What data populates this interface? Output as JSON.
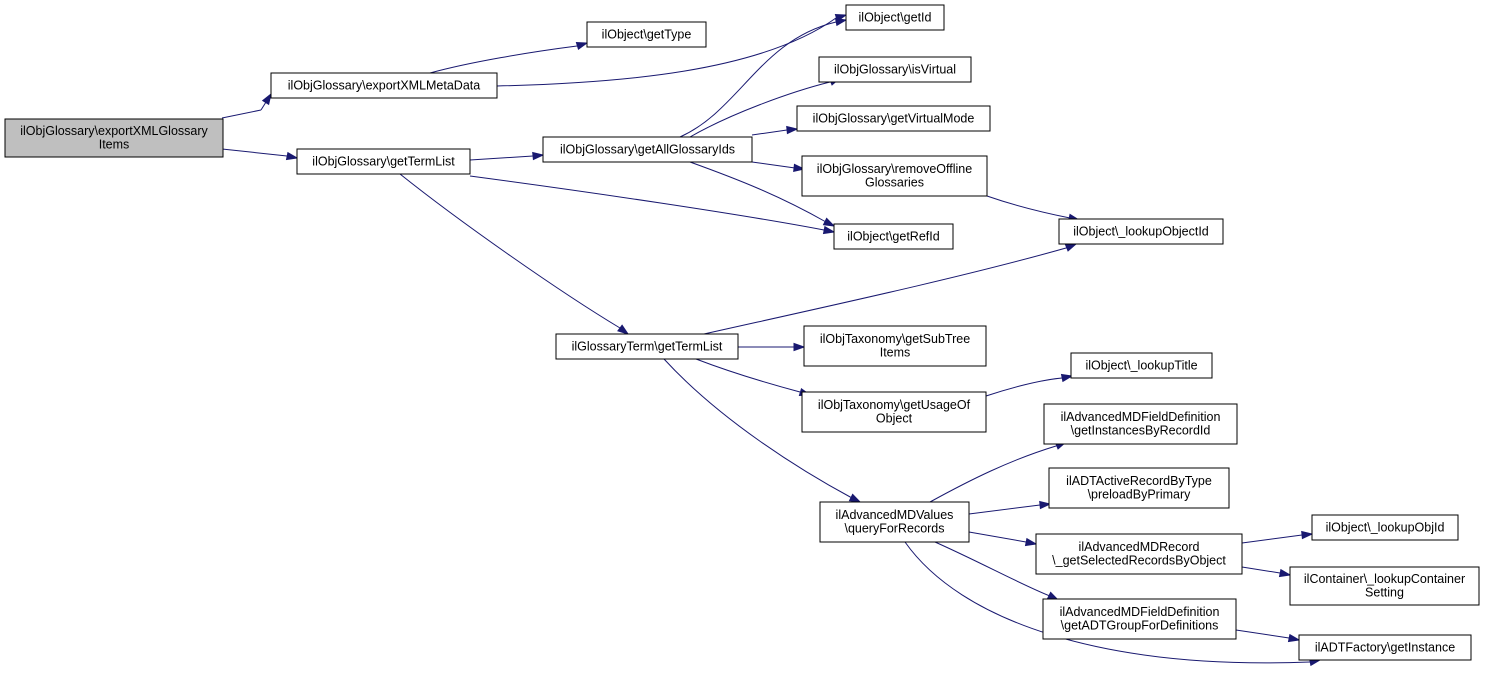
{
  "colors": {
    "node_fill": "#ffffff",
    "root_fill": "#bfbfbf",
    "node_border": "#000000",
    "edge": "#191970"
  },
  "nodes": {
    "root": [
      "ilObjGlossary\\exportXMLGlossary",
      "Items"
    ],
    "exportXMLMetaData": [
      "ilObjGlossary\\exportXMLMetaData"
    ],
    "getTermList": [
      "ilObjGlossary\\getTermList"
    ],
    "getType": [
      "ilObject\\getType"
    ],
    "getId": [
      "ilObject\\getId"
    ],
    "getAllGlossaryIds": [
      "ilObjGlossary\\getAllGlossaryIds"
    ],
    "isVirtual": [
      "ilObjGlossary\\isVirtual"
    ],
    "getVirtualMode": [
      "ilObjGlossary\\getVirtualMode"
    ],
    "removeOfflineGlossaries": [
      "ilObjGlossary\\removeOffline",
      "Glossaries"
    ],
    "getRefId": [
      "ilObject\\getRefId"
    ],
    "lookupObjectId": [
      "ilObject\\_lookupObjectId"
    ],
    "glossaryTermGetTermList": [
      "ilGlossaryTerm\\getTermList"
    ],
    "getSubTreeItems": [
      "ilObjTaxonomy\\getSubTree",
      "Items"
    ],
    "getUsageOfObject": [
      "ilObjTaxonomy\\getUsageOf",
      "Object"
    ],
    "lookupTitle": [
      "ilObject\\_lookupTitle"
    ],
    "queryForRecords": [
      "ilAdvancedMDValues",
      "\\queryForRecords"
    ],
    "getInstancesByRecordId": [
      "ilAdvancedMDFieldDefinition",
      "\\getInstancesByRecordId"
    ],
    "preloadByPrimary": [
      "ilADTActiveRecordByType",
      "\\preloadByPrimary"
    ],
    "getSelectedRecordsByObject": [
      "ilAdvancedMDRecord",
      "\\_getSelectedRecordsByObject"
    ],
    "getADTGroupForDefinitions": [
      "ilAdvancedMDFieldDefinition",
      "\\getADTGroupForDefinitions"
    ],
    "lookupObjId": [
      "ilObject\\_lookupObjId"
    ],
    "lookupContainerSetting": [
      "ilContainer\\_lookupContainer",
      "Setting"
    ],
    "getInstance": [
      "ilADTFactory\\getInstance"
    ]
  }
}
